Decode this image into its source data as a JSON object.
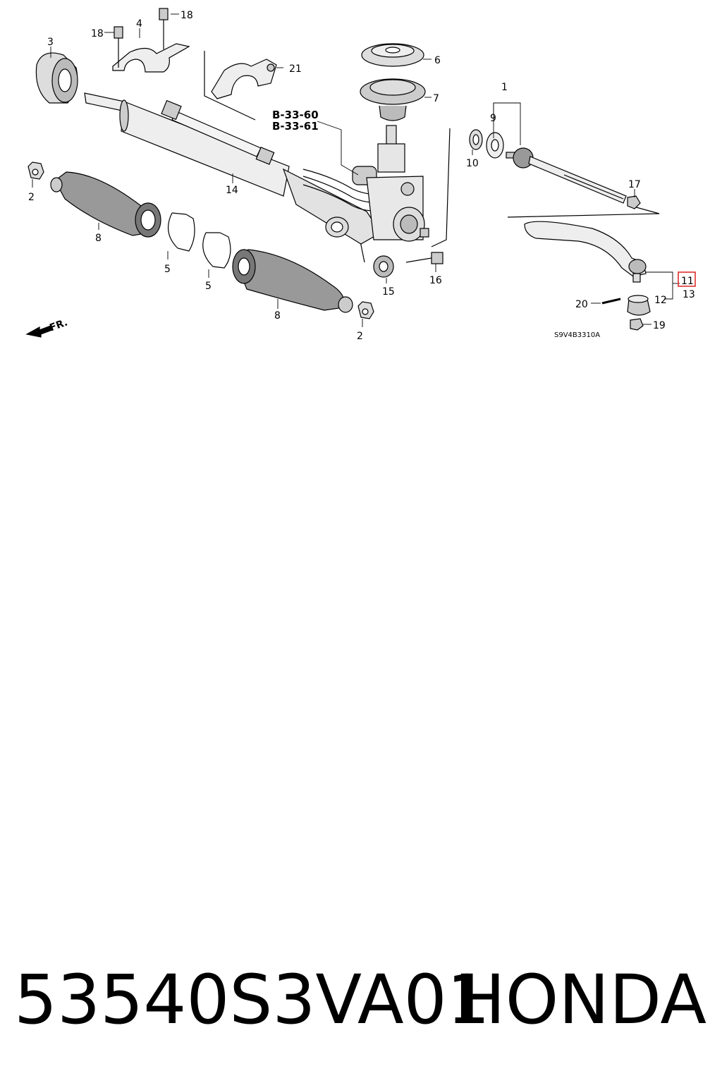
{
  "diagram": {
    "reference_lines": [
      "B-33-60",
      "B-33-61"
    ],
    "drawing_code": "S9V4B3310A",
    "front_marker": "FR.",
    "callouts": [
      "1",
      "2",
      "2",
      "3",
      "4",
      "5",
      "5",
      "6",
      "7",
      "8",
      "8",
      "9",
      "10",
      "11",
      "12",
      "13",
      "14",
      "15",
      "16",
      "17",
      "18",
      "18",
      "19",
      "20",
      "21"
    ],
    "highlighted_callout": "11",
    "highlight_color": "#e03030"
  },
  "caption": {
    "part_number": "53540S3VA01",
    "brand": "HONDA"
  }
}
